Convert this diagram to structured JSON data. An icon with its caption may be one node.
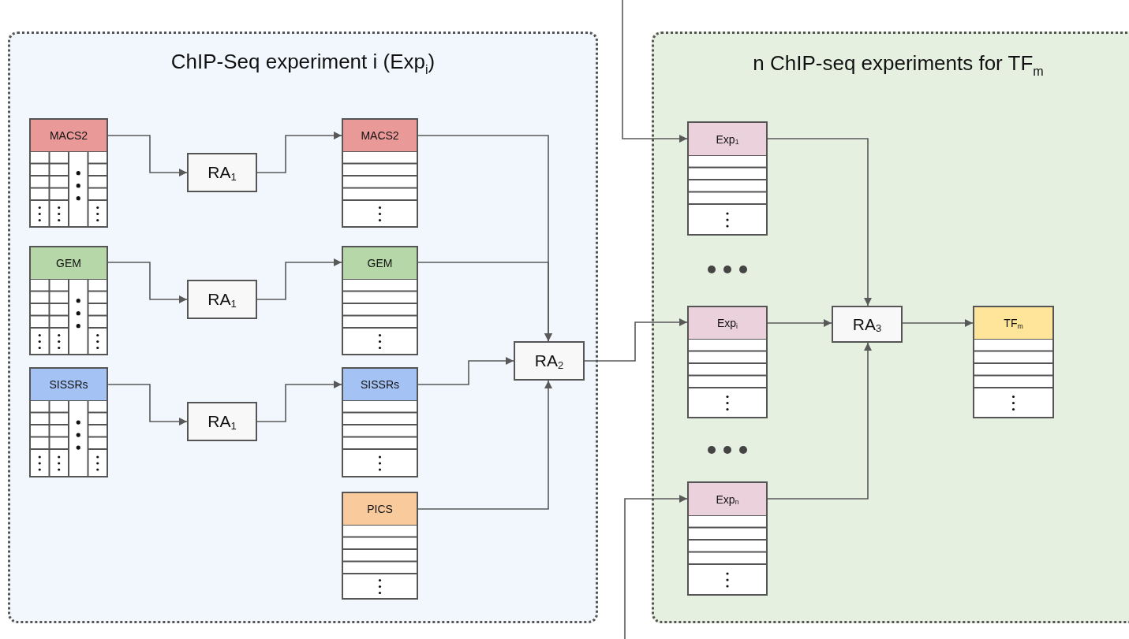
{
  "diagram": {
    "nodes": [
      {
        "text": [
          "ChIP-Seq experiment i (Exp$_{i}$)"
        ]
      },
      {
        "text": [
          "MACS2"
        ],
        "in": 0
      },
      {
        "text": [
          "RA$_{1}$"
        ],
        "in": 0
      },
      {
        "text": [
          "MACS2"
        ],
        "in": 0
      },
      {
        "text": [
          "GEM"
        ],
        "in": 0
      },
      {
        "text": [
          "RA$_{1}$"
        ],
        "in": 0
      },
      {
        "text": [
          "GEM"
        ],
        "in": 0
      },
      {
        "text": [
          "SISSRs"
        ],
        "in": 0
      },
      {
        "text": [
          "RA$_{1}$"
        ],
        "in": 0
      },
      {
        "text": [
          "SISSRs"
        ],
        "in": 0
      },
      {
        "text": [
          "PICS"
        ],
        "in": 0
      },
      {
        "text": [
          "RA$_{2}$"
        ],
        "in": 0
      },
      {
        "text": [
          "n ChIP-seq experiments for TF$_{m}$"
        ]
      },
      {
        "text": [
          "Exp$_{1}$"
        ],
        "in": 12
      },
      {
        "text": [
          "Exp$_{i}$"
        ],
        "in": 12
      },
      {
        "text": [
          "Exp$_{n}$"
        ],
        "in": 12
      },
      {
        "text": [
          "RA$_{3}$"
        ],
        "in": 12
      },
      {
        "text": [
          "TF$_{m}$"
        ],
        "in": 12
      }
    ],
    "edges": [
      {
        "from": 1,
        "to": 2,
        "arrow": "to"
      },
      {
        "from": 2,
        "to": 3,
        "arrow": "to"
      },
      {
        "from": 4,
        "to": 5,
        "arrow": "to"
      },
      {
        "from": 5,
        "to": 6,
        "arrow": "to"
      },
      {
        "from": 7,
        "to": 8,
        "arrow": "to"
      },
      {
        "from": 8,
        "to": 9,
        "arrow": "to"
      },
      {
        "from": 3,
        "to": 11,
        "arrow": "to"
      },
      {
        "from": 6,
        "to": 11,
        "arrow": "to"
      },
      {
        "from": 9,
        "to": 11,
        "arrow": "to"
      },
      {
        "from": 10,
        "to": 11,
        "arrow": "to"
      },
      {
        "from": 11,
        "to": 14,
        "arrow": "to"
      },
      {
        "from": null,
        "to": 13,
        "arrow": "to"
      },
      {
        "from": null,
        "to": 15,
        "arrow": "to"
      },
      {
        "from": 13,
        "to": 16,
        "arrow": "to"
      },
      {
        "from": 14,
        "to": 16,
        "arrow": "to"
      },
      {
        "from": 15,
        "to": 16,
        "arrow": "to"
      },
      {
        "from": 16,
        "to": 17,
        "arrow": "to"
      }
    ]
  }
}
